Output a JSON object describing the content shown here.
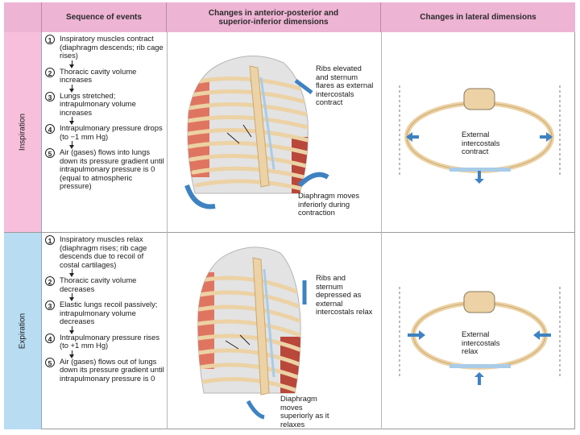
{
  "header": {
    "col1": "Sequence of events",
    "col2_line1": "Changes in anterior-posterior and",
    "col2_line2": "superior-inferior dimensions",
    "col3": "Changes in lateral dimensions"
  },
  "inspiration": {
    "label": "Inspiration",
    "steps": [
      {
        "num": "1",
        "text": "Inspiratory muscles contract (diaphragm descends; rib cage rises)"
      },
      {
        "num": "2",
        "text": "Thoracic cavity volume increases"
      },
      {
        "num": "3",
        "text": "Lungs stretched; intrapulmonary volume increases"
      },
      {
        "num": "4",
        "text": "Intrapulmonary pressure drops (to −1 mm Hg)"
      },
      {
        "num": "5",
        "text": "Air (gases) flows into lungs down its pressure gradient until intrapulmonary pressure is 0 (equal to atmospheric pressure)"
      }
    ],
    "ribs_note": "Ribs elevated and sternum flares as external intercostals contract",
    "diaphragm_note": "Diaphragm moves inferiorly during contraction",
    "lateral_note": "External intercostals contract"
  },
  "expiration": {
    "label": "Expiration",
    "steps": [
      {
        "num": "1",
        "text": "Inspiratory muscles relax (diaphragm rises; rib cage descends due to recoil of costal cartilages)"
      },
      {
        "num": "2",
        "text": "Thoracic cavity volume decreases"
      },
      {
        "num": "3",
        "text": "Elastic lungs recoil passively; intrapulmonary volume decreases"
      },
      {
        "num": "4",
        "text": "Intrapulmonary pressure rises (to +1 mm Hg)"
      },
      {
        "num": "5",
        "text": "Air (gases) flows out of lungs down its pressure gradient until intrapulmonary pressure is 0"
      }
    ],
    "ribs_note": "Ribs and sternum depressed as external intercostals relax",
    "diaphragm_note": "Diaphragm moves superiorly as it relaxes",
    "lateral_note": "External intercostals relax"
  },
  "colors": {
    "header_pink": "#eeb4d4",
    "inspiration_side": "#f7bfdc",
    "expiration_side": "#b8dcf2",
    "bone": "#ecd2a4",
    "muscle": "#df7560",
    "cartilage": "#a9cce8",
    "lung": "#d8d8d8",
    "arrow_blue": "#3e82c2"
  }
}
